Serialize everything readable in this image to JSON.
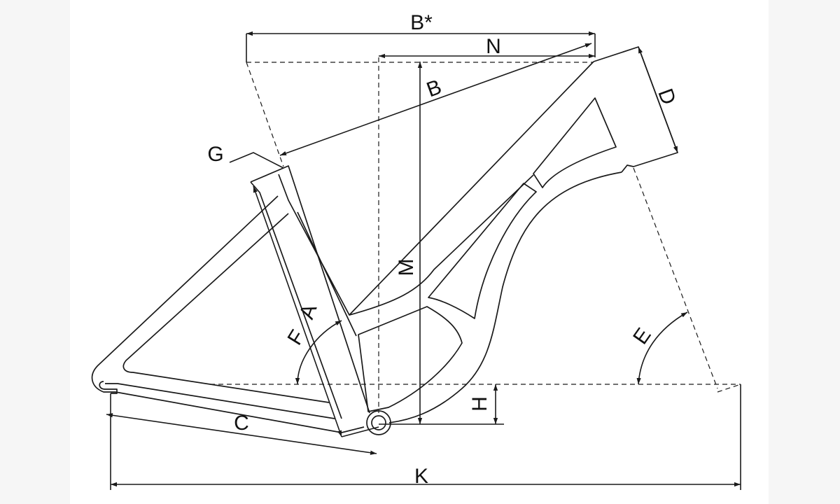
{
  "labels": {
    "b_star": "B*",
    "n": "N",
    "b": "B",
    "d": "D",
    "g": "G",
    "m": "M",
    "a": "A",
    "f": "F",
    "e": "E",
    "h": "H",
    "c": "C",
    "k": "K"
  }
}
